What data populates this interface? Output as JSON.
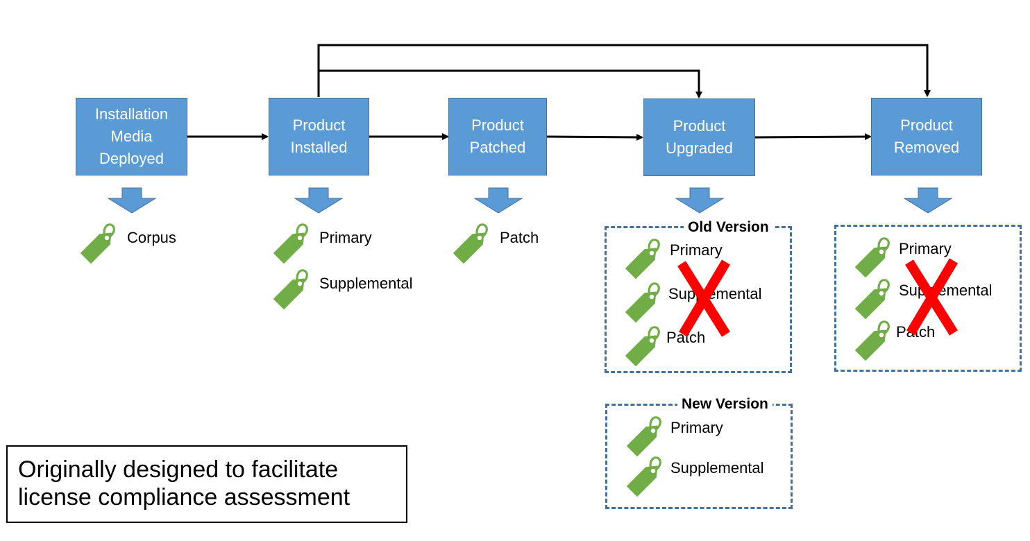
{
  "stages": [
    {
      "id": "installation-media-deployed",
      "label": "Installation\nMedia\nDeployed"
    },
    {
      "id": "product-installed",
      "label": "Product\nInstalled"
    },
    {
      "id": "product-patched",
      "label": "Product\nPatched"
    },
    {
      "id": "product-upgraded",
      "label": "Product\nUpgraded"
    },
    {
      "id": "product-removed",
      "label": "Product\nRemoved"
    }
  ],
  "tags": {
    "media": [
      "Corpus"
    ],
    "installed": [
      "Primary",
      "Supplemental"
    ],
    "patched": [
      "Patch"
    ],
    "upgraded_old": [
      "Primary",
      "Supplemental",
      "Patch"
    ],
    "upgraded_new": [
      "Primary",
      "Supplemental"
    ],
    "removed": [
      "Primary",
      "Supplemental",
      "Patch"
    ]
  },
  "groups": {
    "old_version_title": "Old Version",
    "new_version_title": "New Version"
  },
  "note": "Originally designed to facilitate\nlicense compliance assessment",
  "colors": {
    "stage_fill": "#5b9bd5",
    "stage_border": "#41719c",
    "tag_green": "#70ad47",
    "removed_x": "#ff0000",
    "dashed_border": "#41719c"
  }
}
